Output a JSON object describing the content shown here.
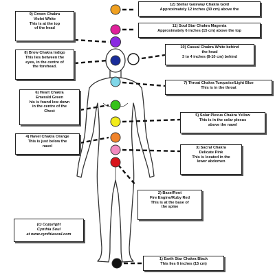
{
  "colors": {
    "crown": "#8a2be2",
    "soul_star": "#e0219b",
    "stellar_gateway": "#f0a020",
    "brow": "#1a2d9a",
    "throat": "#7fd6e8",
    "heart": "#35c21a",
    "solar": "#f2ec1b",
    "navel": "#f0832a",
    "sacral": "#f08ac0",
    "base": "#d8141c",
    "earth_star": "#111111",
    "causal": "#ffffff"
  },
  "labels": {
    "stellar": {
      "line1": "12) Stellar Gateway Chakra Gold",
      "line2": "Approximately 12 inches (30 cm) above the"
    },
    "crown": {
      "line1": "9) Crown Chakra",
      "line2": "Violet White",
      "line3": "This is at the top",
      "line4": "of the head"
    },
    "soul_star": {
      "line1": "11) Soul Star Chakra Magenta",
      "line2": "Approximately 6 inches (15 cm) above the top"
    },
    "brow": {
      "line1": "8) Brow Chakra Indigo",
      "line2": "This lies between the",
      "line3": "eyes, in the centre of",
      "line4": "the forehead."
    },
    "causal": {
      "line1": "10) Casual Chakra White behind",
      "line2": "the head",
      "line3": "3 to 4 inches (8-10 cm) behind"
    },
    "throat": {
      "line1": "7) Throat Chakra Turquoise/Light Blue",
      "line2": "This is in the throat"
    },
    "heart": {
      "line1": "6) Heart Chakra",
      "line2": "Emerald Green",
      "line3": "his is found low down",
      "line4": "in the centre of the",
      "line5": "Chest"
    },
    "solar": {
      "line1": "5) Solar Plexus Chakra Yellow",
      "line2": "This is in the solar plexus",
      "line3": "above the navel"
    },
    "navel": {
      "line1": "4) Navel Chakra Orange",
      "line2": "This is just below the",
      "line3": "navel"
    },
    "sacral": {
      "line1": "3) Sacral Chakra",
      "line2": "Delicate Pink",
      "line3": "This is located in the",
      "line4": "lower abdomen"
    },
    "base": {
      "line1": "2) Base/Root",
      "line2": "Fire Engine/Ruby Red",
      "line3": "This is at the base of",
      "line4": "the spine"
    },
    "earth": {
      "line1": "1) Earth Star Chakra Black",
      "line2": "This lies 6 inches (15 cm)"
    },
    "copyright": {
      "line1": "(c) Copyright",
      "line2": "Cynthia Soul",
      "line3": "at www.cynthiasoul.com"
    }
  }
}
